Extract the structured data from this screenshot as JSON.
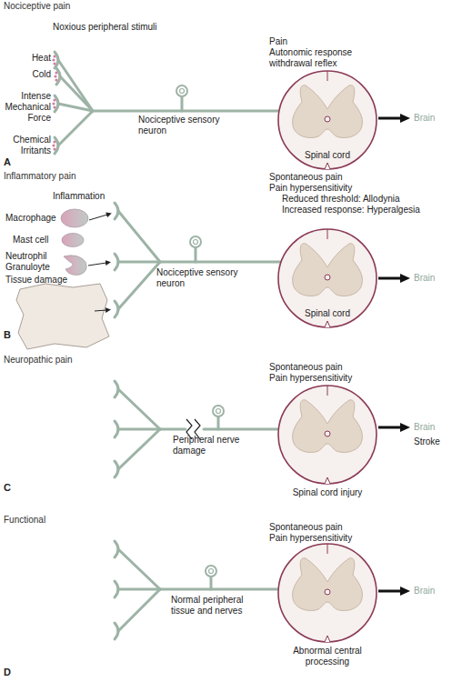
{
  "diagram": {
    "nodes": [
      {
        "text": [
          "Spinal cord"
        ]
      },
      {
        "text": [
          "Spinal cord"
        ]
      },
      {
        "text": [
          "Spinal cord injury"
        ]
      },
      {
        "text": [
          "Abnormal central processing"
        ]
      }
    ],
    "labels": [
      "Nociceptive pain",
      "Noxious peripheral stimuli",
      "Heat",
      "Cold",
      "Intense Mechanical Force",
      "Chemical Irritants",
      "Pain",
      "Autonomic response withdrawal reflex",
      "Nociceptive sensory neuron",
      "Brain",
      "A",
      "Inflammatory pain",
      "Inflammation",
      "Spontaneous pain",
      "Pain hypersensitivity",
      "Reduced threshold: Allodynia",
      "Increased response: Hyperalgesia",
      "Macrophage",
      "Mast cell",
      "Neutrophil Granuloyte",
      "Tissue damage",
      "Nociceptive sensory neuron",
      "Brain",
      "B",
      "Neuropathic pain",
      "Spontaneous pain",
      "Pain hypersensitivity",
      "Peripheral nerve damage",
      "Brain",
      "Stroke",
      "C",
      "Functional",
      "Spontaneous pain",
      "Pain hypersensitivity",
      "Normal peripheral tissue and nerves",
      "Brain",
      "D"
    ]
  }
}
